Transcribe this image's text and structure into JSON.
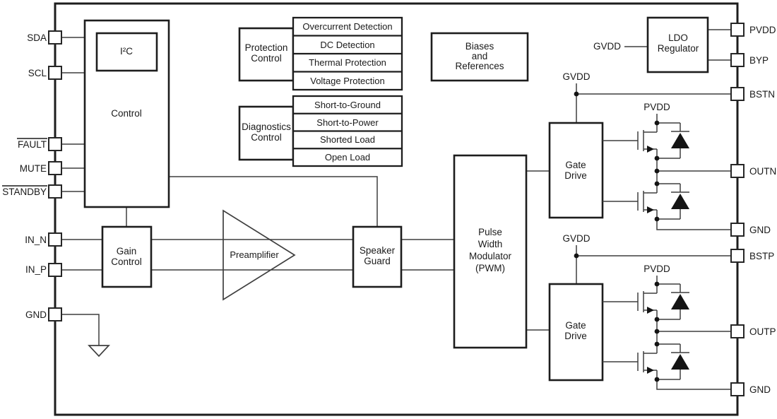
{
  "colors": {
    "ink": "#1a1a1a",
    "wire": "#3f3f3f",
    "background": "#ffffff"
  },
  "blocks": {
    "control": {
      "label": "Control"
    },
    "i2c": {
      "label": "I²C"
    },
    "protection": {
      "line1": "Protection",
      "line2": "Control",
      "items": [
        "Overcurrent Detection",
        "DC Detection",
        "Thermal Protection",
        "Voltage Protection"
      ]
    },
    "diagnostics": {
      "line1": "Diagnostics",
      "line2": "Control",
      "items": [
        "Short-to-Ground",
        "Short-to-Power",
        "Shorted Load",
        "Open Load"
      ]
    },
    "biases": {
      "line1": "Biases",
      "line2": "and",
      "line3": "References"
    },
    "ldo": {
      "line1": "LDO",
      "line2": "Regulator"
    },
    "gain": {
      "line1": "Gain",
      "line2": "Control"
    },
    "preamp": {
      "label": "Preamplifier"
    },
    "speaker_guard": {
      "line1": "Speaker",
      "line2": "Guard"
    },
    "pwm": {
      "line1": "Pulse",
      "line2": "Width",
      "line3": "Modulator",
      "line4": "(PWM)"
    },
    "gate_drive_top": {
      "line1": "Gate",
      "line2": "Drive"
    },
    "gate_drive_bottom": {
      "line1": "Gate",
      "line2": "Drive"
    }
  },
  "pins": {
    "left": {
      "sda": "SDA",
      "scl": "SCL",
      "fault": "FAULT",
      "mute": "MUTE",
      "standby": "STANDBY",
      "in_n": "IN_N",
      "in_p": "IN_P",
      "gnd": "GND"
    },
    "right": {
      "pvdd": "PVDD",
      "byp": "BYP",
      "bstn": "BSTN",
      "outn": "OUTN",
      "gnd_n": "GND",
      "bstp": "BSTP",
      "outp": "OUTP",
      "gnd_p": "GND"
    }
  },
  "nets": {
    "gvdd_ldo": "GVDD",
    "gvdd_top": "GVDD",
    "gvdd_bottom": "GVDD",
    "pvdd_top": "PVDD",
    "pvdd_bottom": "PVDD"
  }
}
